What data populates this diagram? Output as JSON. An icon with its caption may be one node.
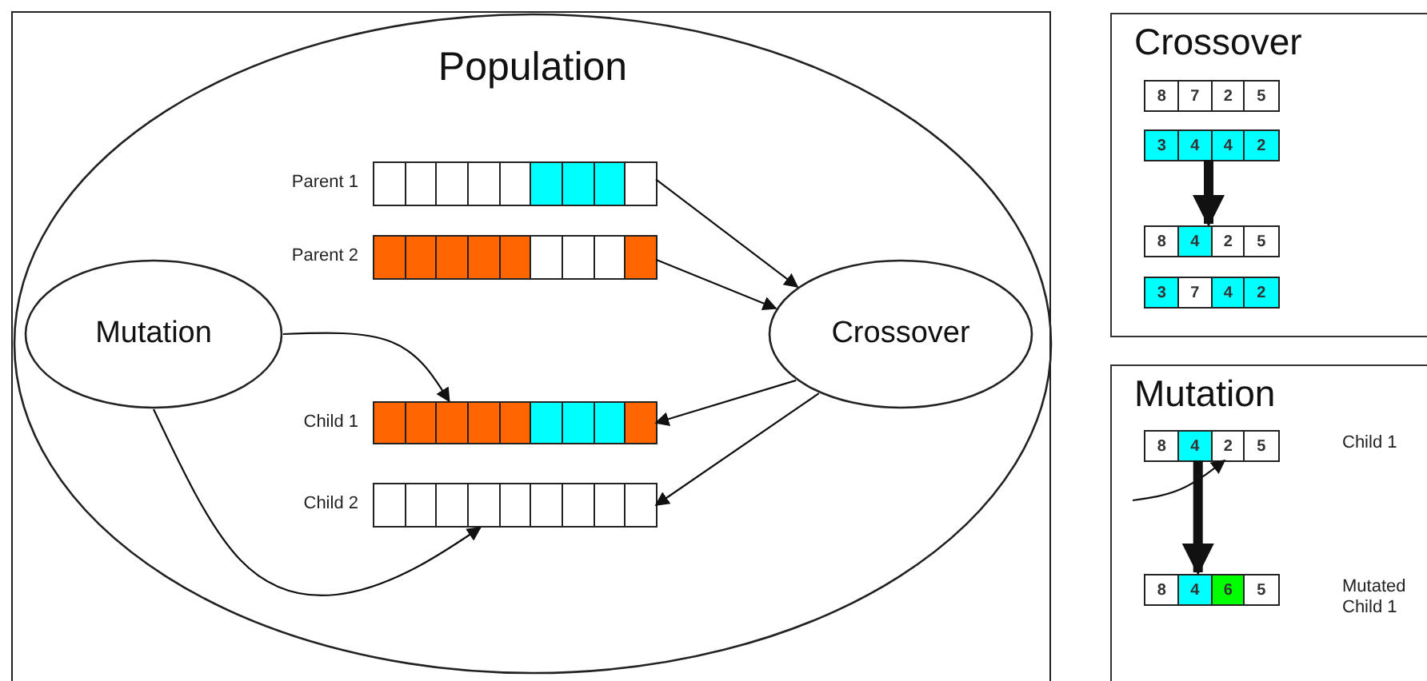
{
  "diagram": {
    "nodes": [
      {
        "text": [
          "Population"
        ]
      },
      {
        "text": [],
        "shape": "bar",
        "beside": [
          "Parent 1"
        ],
        "in": 0
      },
      {
        "text": [],
        "shape": "bar",
        "beside": [
          "Parent 2"
        ],
        "in": 0
      },
      {
        "text": [
          "Mutation"
        ],
        "in": 0
      },
      {
        "text": [
          "Crossover"
        ],
        "in": 0
      },
      {
        "text": [],
        "shape": "bar",
        "beside": [
          "Child 1"
        ],
        "in": 0
      },
      {
        "text": [],
        "shape": "bar",
        "beside": [
          "Child 2"
        ],
        "in": 0
      },
      {
        "text": [
          "Crossover"
        ]
      },
      {
        "text": [
          "8",
          "7",
          "2",
          "5"
        ],
        "in": 7
      },
      {
        "text": [
          "3",
          "4",
          "4",
          "2"
        ],
        "in": 7
      },
      {
        "text": [
          "8",
          "4",
          "2",
          "5"
        ],
        "in": 7
      },
      {
        "text": [
          "3",
          "7",
          "4",
          "2"
        ],
        "in": 7
      },
      {
        "text": [
          "Mutation"
        ]
      },
      {
        "text": [
          "8",
          "4",
          "2",
          "5"
        ],
        "in": 12,
        "beside": [
          "Child 1"
        ]
      },
      {
        "text": [
          "8",
          "4",
          "6",
          "5"
        ],
        "in": 12,
        "beside": [
          "Mutated Child 1"
        ]
      }
    ],
    "edges": [
      {
        "from": 1,
        "to": 4,
        "arrow": "to"
      },
      {
        "from": 2,
        "to": 4,
        "arrow": "to"
      },
      {
        "from": 4,
        "to": 5,
        "arrow": "to"
      },
      {
        "from": 4,
        "to": 6,
        "arrow": "to"
      },
      {
        "from": 3,
        "to": 5,
        "arrow": "to"
      },
      {
        "from": 3,
        "to": 6,
        "arrow": "to"
      },
      {
        "from": 9,
        "to": 10,
        "arrow": "to",
        "style": "thick"
      },
      {
        "from": null,
        "to": 13,
        "arrow": "to"
      },
      {
        "from": 13,
        "to": 14,
        "arrow": "to",
        "style": "thick"
      }
    ]
  }
}
